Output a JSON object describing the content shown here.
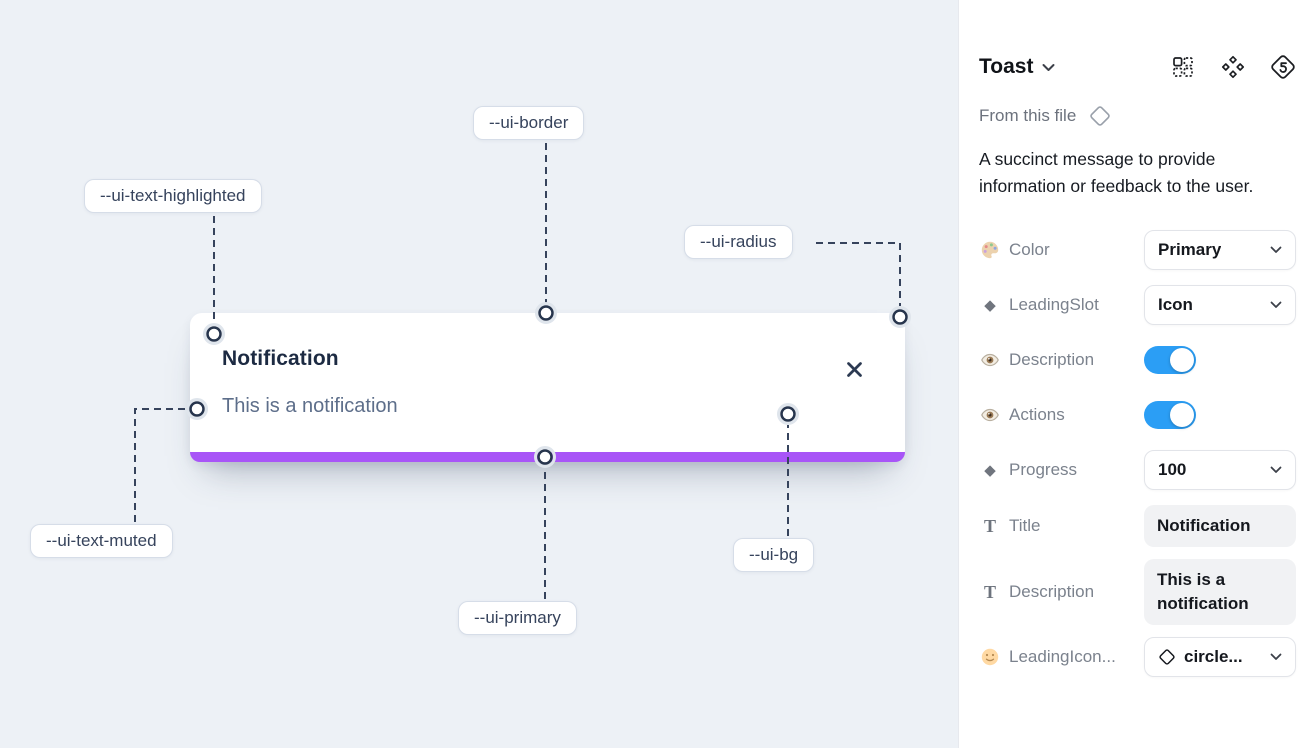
{
  "colors": {
    "canvas_bg": "#edf1f6",
    "primary_bar": "#a855f7",
    "connector": "#36435c",
    "toggle_accent": "#2b9ef5"
  },
  "canvas": {
    "toast": {
      "title": "Notification",
      "description": "This is a notification"
    },
    "labels": {
      "border": "--ui-border",
      "text_highlighted": "--ui-text-highlighted",
      "radius": "--ui-radius",
      "text_muted": "--ui-text-muted",
      "primary": "--ui-primary",
      "bg": "--ui-bg"
    }
  },
  "panel": {
    "title": "Toast",
    "source": "From this file",
    "description": "A succinct message to provide information or feedback to the user.",
    "props": {
      "color": {
        "label": "Color",
        "value": "Primary"
      },
      "leading_slot": {
        "label": "LeadingSlot",
        "value": "Icon"
      },
      "show_description": {
        "label": "Description",
        "value": "on"
      },
      "show_actions": {
        "label": "Actions",
        "value": "on"
      },
      "progress": {
        "label": "Progress",
        "value": "100"
      },
      "title": {
        "label": "Title",
        "value": "Notification"
      },
      "description_text": {
        "label": "Description",
        "value": "This is a notification"
      },
      "leading_icon": {
        "label": "LeadingIcon...",
        "value": "circle..."
      }
    }
  }
}
